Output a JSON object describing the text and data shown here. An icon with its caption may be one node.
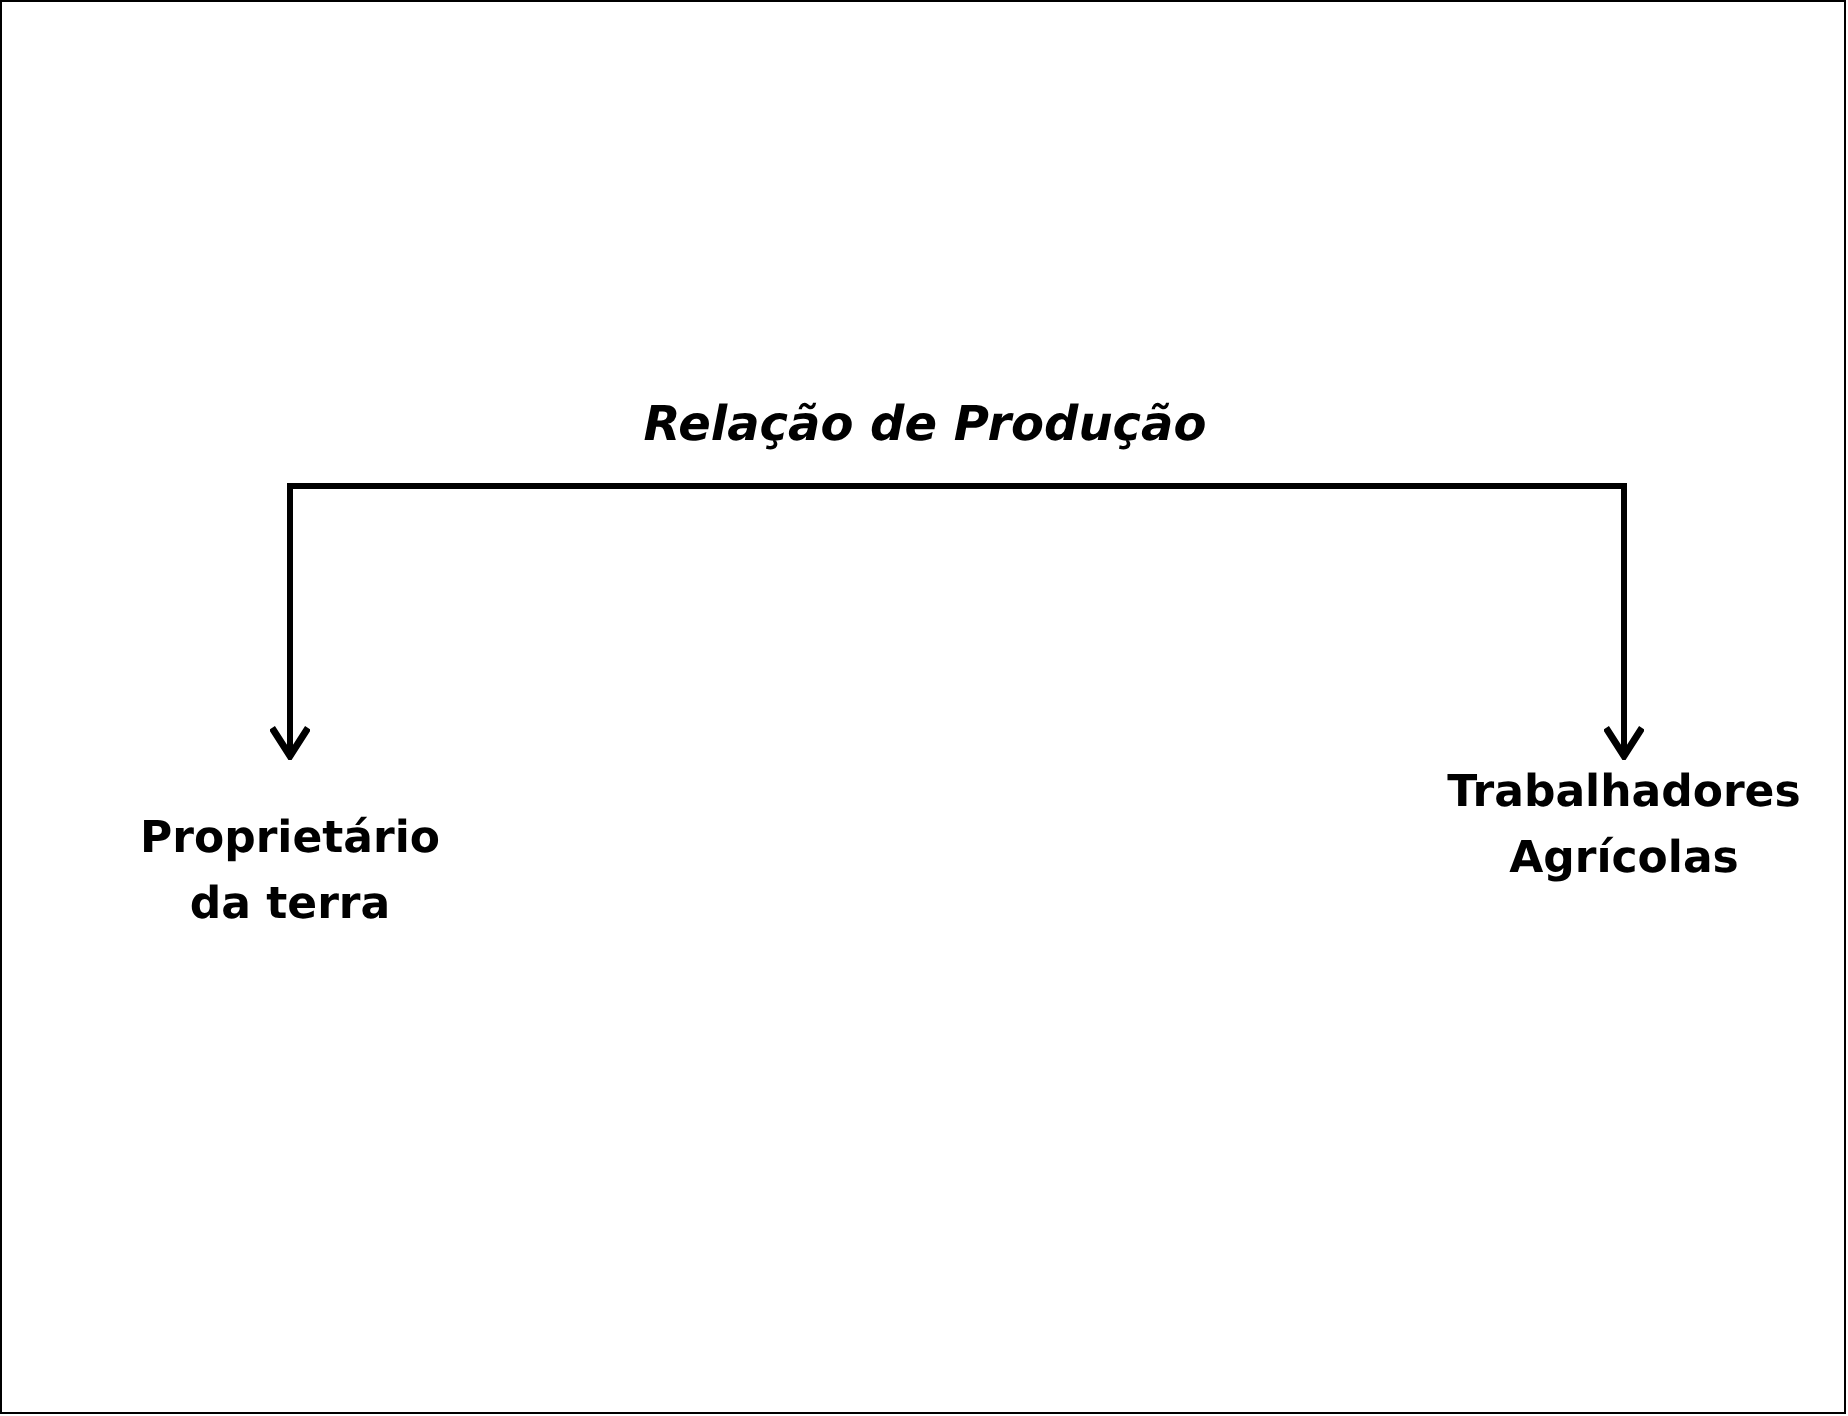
{
  "diagram": {
    "nodes": [
      {
        "text": [
          "Relação de Produção"
        ]
      },
      {
        "text": [
          "Proprietário da terra"
        ]
      },
      {
        "text": [
          "Trabalhadores Agrícolas"
        ]
      }
    ],
    "edges": [
      {
        "from": 0,
        "to": 1,
        "arrow": "to"
      },
      {
        "from": 0,
        "to": 2,
        "arrow": "to"
      }
    ]
  }
}
